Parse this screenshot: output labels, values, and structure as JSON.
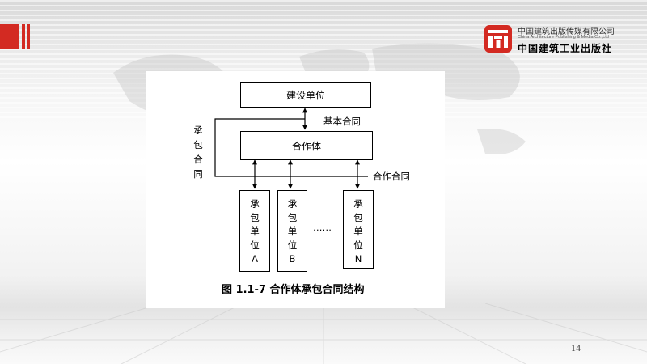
{
  "slide": {
    "page_number": "14",
    "accent_color": "#d32a22"
  },
  "publisher": {
    "name_cn": "中国建筑出版传媒有限公司",
    "name_en": "China Architecture Publishing & Media Co.,Ltd",
    "name_calligraphy": "中国建筑工业出版社",
    "logo_icon": "publisher-logo-icon"
  },
  "diagram": {
    "top_box": "建设单位",
    "middle_box": "合作体",
    "basic_contract_label": "基本合同",
    "subcontract_label": [
      "承",
      "包",
      "合",
      "同"
    ],
    "cooperation_contract_label": "合作合同",
    "units": [
      {
        "chars": [
          "承",
          "包",
          "单",
          "位",
          "A"
        ]
      },
      {
        "chars": [
          "承",
          "包",
          "单",
          "位",
          "B"
        ]
      },
      {
        "chars": [
          "承",
          "包",
          "单",
          "位",
          "N"
        ]
      }
    ],
    "ellipsis": "……",
    "caption": "图 1.1-7  合作体承包合同结构"
  }
}
